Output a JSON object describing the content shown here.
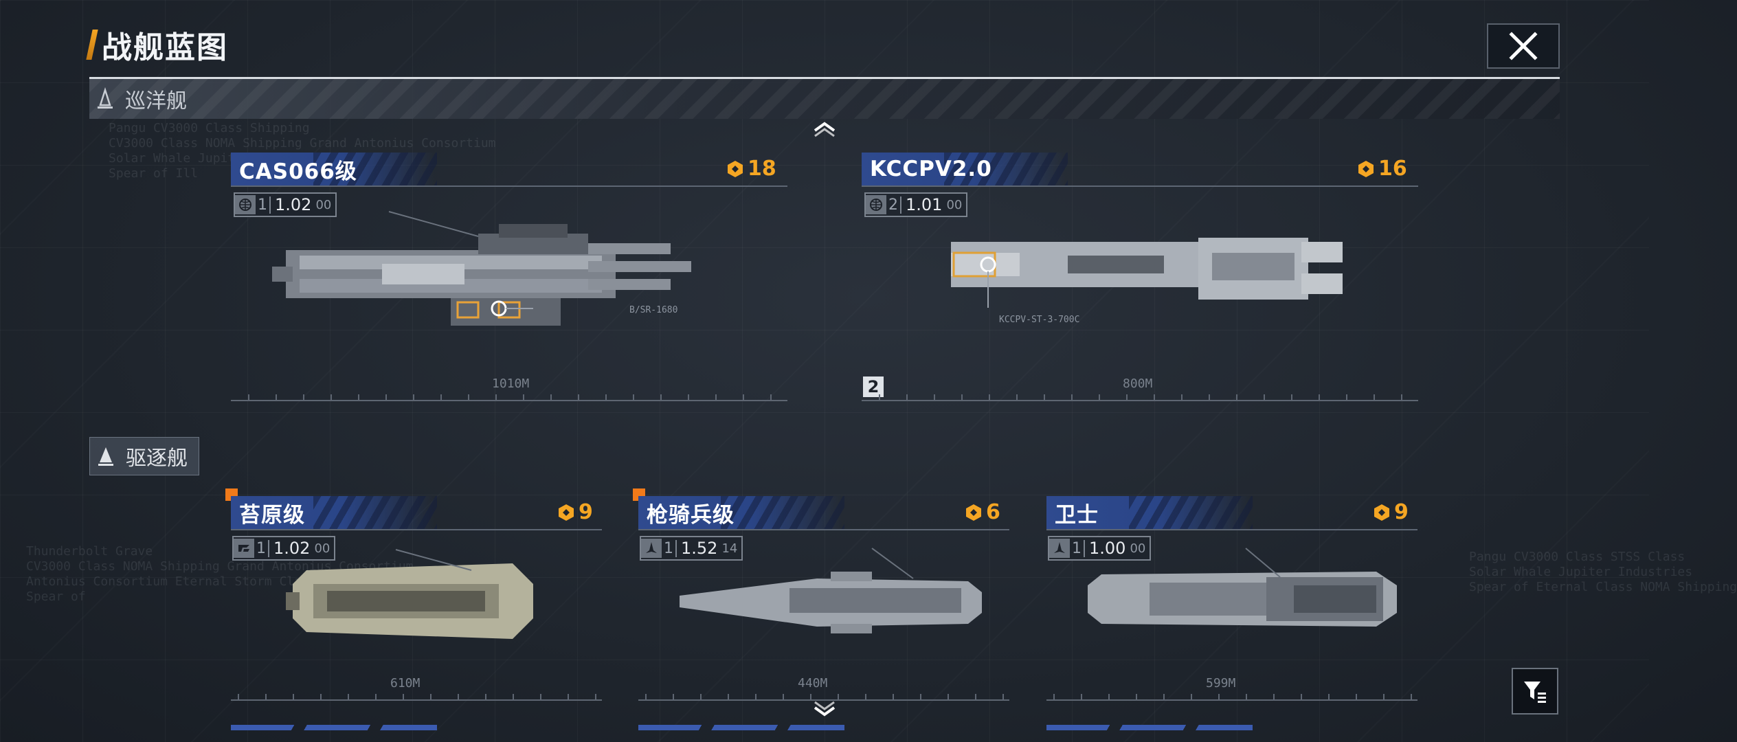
{
  "header": {
    "title": "战舰蓝图"
  },
  "sections": {
    "cruiser": {
      "label": "巡洋舰"
    },
    "destroyer": {
      "label": "驱逐舰"
    }
  },
  "cruisers": [
    {
      "name": "CAS066级",
      "cost": "18",
      "count": "1",
      "value": "1.02",
      "sub": "00",
      "stat_icon": "globe-icon",
      "length": "1010M",
      "callout": "B/SR-1680"
    },
    {
      "name": "KCCPV2.0",
      "cost": "16",
      "count": "2",
      "value": "1.01",
      "sub": "00",
      "stat_icon": "globe-icon",
      "length": "800M",
      "callout": "KCCPV-ST-3-700C",
      "deck_badge": "2"
    }
  ],
  "destroyers": [
    {
      "name": "苔原级",
      "cost": "9",
      "count": "1",
      "value": "1.02",
      "sub": "00",
      "stat_icon": "faction-icon",
      "length": "610M"
    },
    {
      "name": "枪骑兵级",
      "cost": "6",
      "count": "1",
      "value": "1.52",
      "sub": "14",
      "stat_icon": "fighter-icon",
      "length": "440M"
    },
    {
      "name": "卫士",
      "cost": "9",
      "count": "1",
      "value": "1.00",
      "sub": "00",
      "stat_icon": "fighter-icon",
      "length": "599M"
    }
  ],
  "background_text": {
    "top_left": "Pangu CV3000 Class Shipping\nCV3000 Class NOMA Shipping Grand Antonius Consortium\nSolar Whale Jupiter Industries\nSpear of Ill",
    "mid_left": "Thunderbolt Grave\nCV3000 Class NOMA Shipping Grand Antonius Consortium\nAntonius Consortium Eternal Storm Class\nSpear of",
    "right": "Pangu CV3000 Class STSS Class\nSolar Whale Jupiter Industries\nSpear of Eternal Class NOMA Shipping"
  },
  "colors": {
    "accent": "#f5a623",
    "name_tag": "#2f4a8f",
    "marker": "#f07a1a"
  }
}
